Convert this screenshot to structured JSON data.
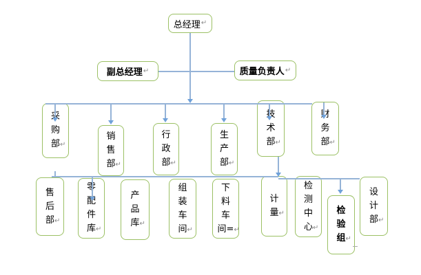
{
  "document": {
    "kind": "organization-chart",
    "paragraph_mark": "↵"
  },
  "org": {
    "nodes": [
      {
        "id": "general-manager",
        "label": "总经理",
        "bold": false,
        "orientation": "horizontal",
        "level": 1
      },
      {
        "id": "deputy-general-manager",
        "label": "副总经理",
        "bold": true,
        "orientation": "horizontal",
        "level": 2
      },
      {
        "id": "quality-director",
        "label": "质量负责人",
        "bold": true,
        "orientation": "horizontal",
        "level": 2
      },
      {
        "id": "purchasing-dept",
        "label": "采购部",
        "bold": false,
        "orientation": "vertical",
        "level": 3
      },
      {
        "id": "sales-dept",
        "label": "销售部",
        "bold": false,
        "orientation": "vertical",
        "level": 3
      },
      {
        "id": "admin-dept",
        "label": "行政部",
        "bold": false,
        "orientation": "vertical",
        "level": 3
      },
      {
        "id": "production-dept",
        "label": "生产部",
        "bold": false,
        "orientation": "vertical",
        "level": 3
      },
      {
        "id": "technology-dept",
        "label": "技术部",
        "bold": false,
        "orientation": "vertical",
        "level": 3
      },
      {
        "id": "finance-dept",
        "label": "财务部",
        "bold": false,
        "orientation": "vertical",
        "level": 3
      },
      {
        "id": "after-sales-dept",
        "label": "售后部",
        "bold": false,
        "orientation": "vertical",
        "level": 4
      },
      {
        "id": "spare-parts-warehouse",
        "label": "零配件库",
        "bold": false,
        "orientation": "vertical",
        "level": 4
      },
      {
        "id": "product-warehouse",
        "label": "产品库",
        "bold": false,
        "orientation": "vertical",
        "level": 4
      },
      {
        "id": "assembly-workshop",
        "label": "组装车间",
        "bold": false,
        "orientation": "vertical",
        "level": 4
      },
      {
        "id": "cutting-workshop",
        "label": "下料车间=",
        "bold": false,
        "orientation": "vertical",
        "level": 4
      },
      {
        "id": "metrology",
        "label": "计量",
        "bold": false,
        "orientation": "vertical",
        "level": 4
      },
      {
        "id": "testing-center",
        "label": "检测中心",
        "bold": false,
        "orientation": "vertical",
        "level": 4
      },
      {
        "id": "inspection-group",
        "label": "检验组",
        "bold": true,
        "orientation": "vertical",
        "level": 4
      },
      {
        "id": "design-dept",
        "label": "设计部",
        "bold": false,
        "orientation": "vertical",
        "level": 4
      }
    ],
    "connections": [
      {
        "parents": [
          "general-manager"
        ],
        "children": [
          "deputy-general-manager",
          "quality-director"
        ]
      },
      {
        "parents": [
          "general-manager"
        ],
        "children": [
          "purchasing-dept",
          "sales-dept",
          "admin-dept",
          "production-dept",
          "technology-dept",
          "finance-dept"
        ]
      },
      {
        "parents": [
          "sales-dept",
          "admin-dept",
          "production-dept"
        ],
        "children": [
          "after-sales-dept",
          "spare-parts-warehouse",
          "product-warehouse",
          "assembly-workshop",
          "cutting-workshop"
        ]
      },
      {
        "parents": [
          "technology-dept"
        ],
        "children": [
          "metrology",
          "testing-center",
          "inspection-group",
          "design-dept"
        ]
      }
    ]
  },
  "colors": {
    "background": "#ffffff",
    "box_border": "#9bc064",
    "line": "#95b3d7",
    "arrow": "#6fa1d9",
    "text": "#000000",
    "paragraph_mark": "#8a8a8a"
  }
}
